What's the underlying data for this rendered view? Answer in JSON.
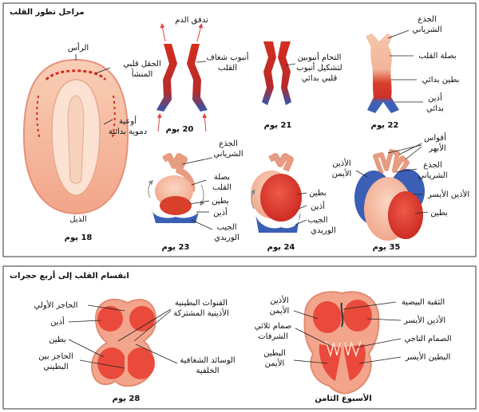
{
  "panels": {
    "top_title": "مراحل تطور القلب",
    "bottom_title": "انقسام القلب إلى أربع حجرات"
  },
  "day18": {
    "head": "الرأس",
    "field": [
      "الحقل قلبي",
      "المنشأ"
    ],
    "vessels": [
      "أوعية",
      "دموية بدائية"
    ],
    "tail": "الذيل",
    "caption": "18 يوم"
  },
  "day20": {
    "flow": "تدفق الدم",
    "folds": [
      "أنبوب شغاف",
      "القلب"
    ],
    "caption": "20 يوم"
  },
  "day21": {
    "fusion": [
      "التحام أنبوبين",
      "لتشكيل أنبوب",
      "قلبي بدائي"
    ],
    "caption": "21 يوم"
  },
  "day22": {
    "trunk": [
      "الجذع",
      "الشرياني"
    ],
    "bulb": "بصلة القلب",
    "ventricle": "بطين بدائي",
    "atrium": [
      "أذين",
      "بدائي"
    ],
    "caption": "22 يوم"
  },
  "day23": {
    "trunk": [
      "الجذع",
      "الشرياني"
    ],
    "bulb": [
      "بصلة",
      "القلب"
    ],
    "ventricle": "بطين",
    "atrium": "أذين",
    "sinus": [
      "الجيب",
      "الوريدي"
    ],
    "caption": "23 يوم"
  },
  "day24": {
    "ventricle": "بطين",
    "atrium": "أذين",
    "sinus": [
      "الجيب",
      "الوريدي"
    ],
    "caption": "24 يوم"
  },
  "day35": {
    "arches": [
      "أقواس",
      "الأبهر"
    ],
    "right_atrium": [
      "الأذين",
      "الأيمن"
    ],
    "trunk": [
      "الجذع",
      "الشرياني"
    ],
    "left_atrium": "الأذين الأيسر",
    "ventricle": "بطين",
    "caption": "35 يوم"
  },
  "day28": {
    "septum_primum": "الحاجز الأولي",
    "atrium": "أذين",
    "ventricle": "بطين",
    "iv_septum": [
      "الحاجز بين",
      "البطيني"
    ],
    "av_canal": [
      "القنوات البطينية",
      "الأذينية المشتركة"
    ],
    "cushions": [
      "الوسائد الشغافية",
      "الخلفية"
    ],
    "caption": "28 يوم"
  },
  "week8": {
    "right_atrium": [
      "الأذين",
      "الأيمن"
    ],
    "tricuspid": [
      "صمام ثلاثي",
      "الشرفات"
    ],
    "right_ventricle": [
      "البطين",
      "الأيمن"
    ],
    "foramen_ovale": "الثقبة البيضية",
    "left_atrium": "الأذين الأيسر",
    "mitral": "الصمام التاجي",
    "left_ventricle": "البطين الأيسر",
    "caption": "الأسبوع الثامن"
  }
}
